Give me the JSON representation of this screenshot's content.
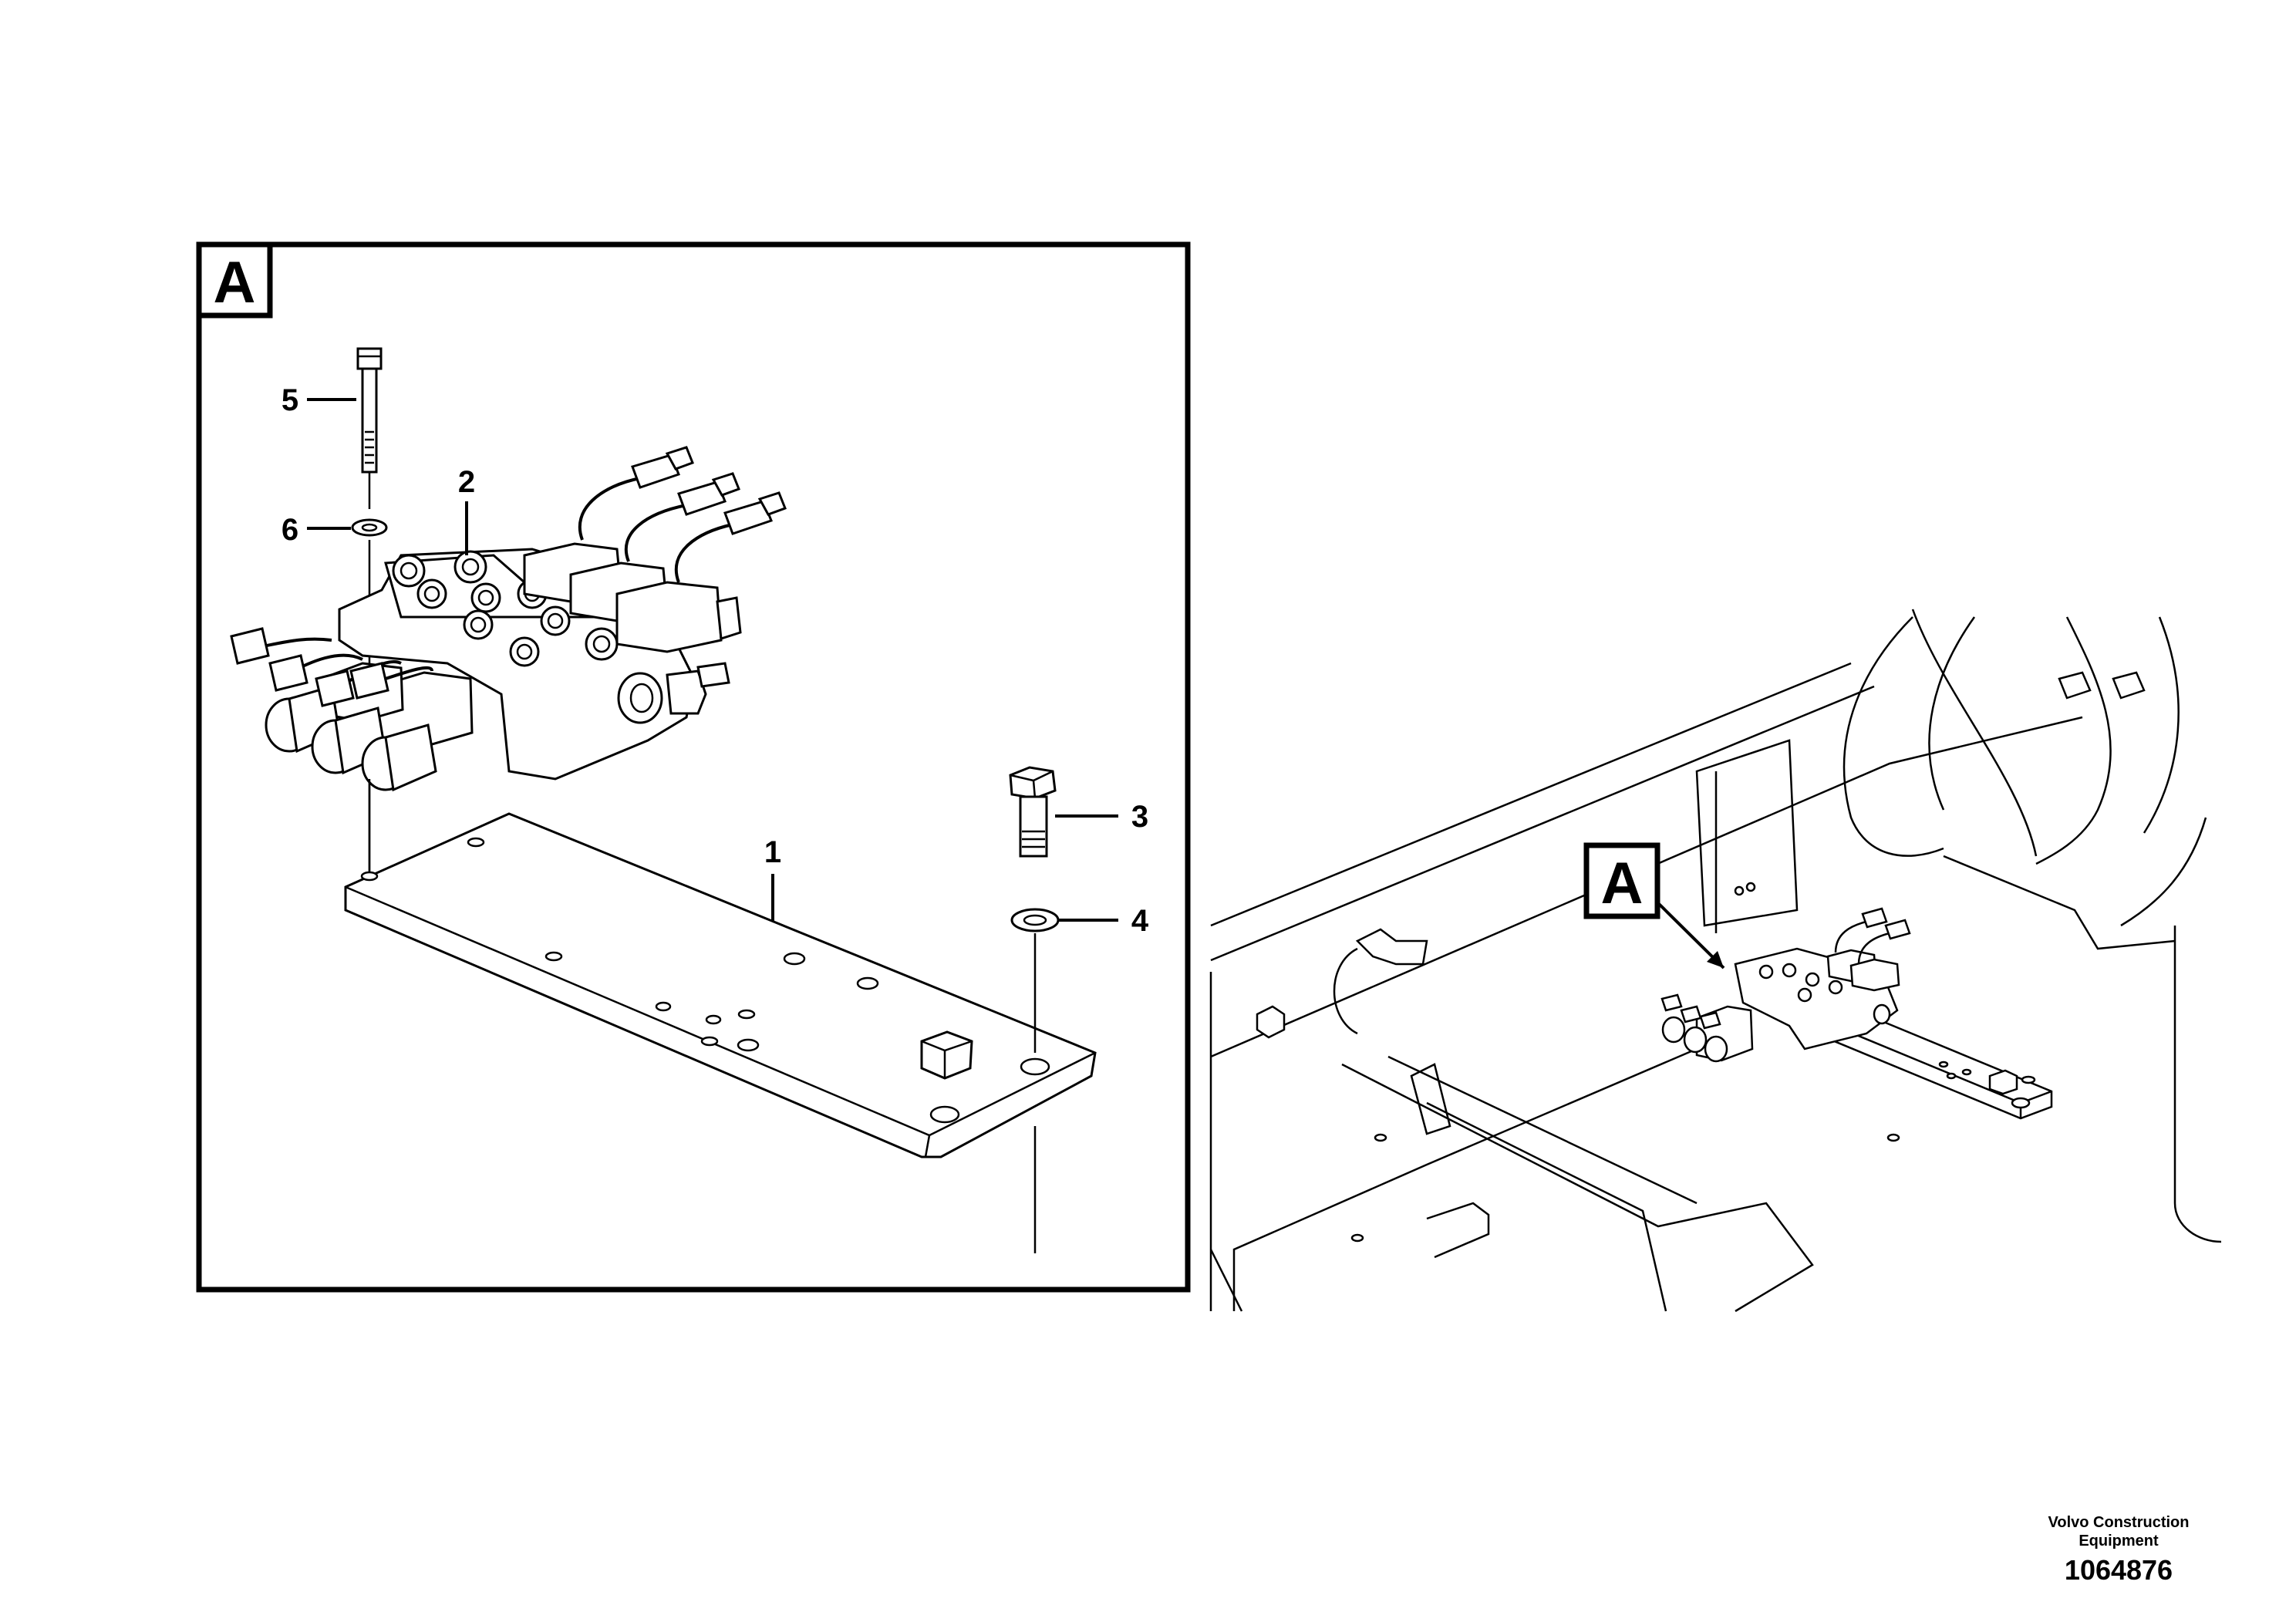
{
  "detail_view": {
    "view_label": "A",
    "parts": [
      {
        "number": "1"
      },
      {
        "number": "2"
      },
      {
        "number": "3"
      },
      {
        "number": "4"
      },
      {
        "number": "5"
      },
      {
        "number": "6"
      }
    ]
  },
  "overview": {
    "view_label": "A"
  },
  "footer": {
    "company_line1": "Volvo Construction",
    "company_line2": "Equipment",
    "drawing_number": "1064876"
  }
}
